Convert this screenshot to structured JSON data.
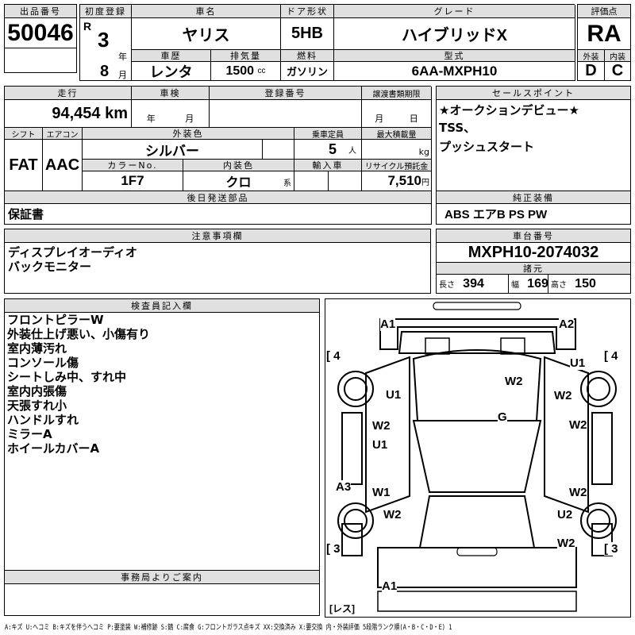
{
  "lot": {
    "label": "出品番号",
    "value": "50046"
  },
  "first_reg": {
    "label": "初度登録",
    "era": "R",
    "year": "3",
    "year_unit": "年",
    "month": "8",
    "month_unit": "月"
  },
  "car_name": {
    "label": "車名",
    "value": "ヤリス"
  },
  "door": {
    "label": "ドア形状",
    "value": "5HB"
  },
  "grade": {
    "label": "グレード",
    "value": "ハイブリッドX"
  },
  "history": {
    "label": "車歴",
    "value": "レンタ"
  },
  "displacement": {
    "label": "排気量",
    "value": "1500",
    "unit": "cc"
  },
  "fuel": {
    "label": "燃料",
    "value": "ガソリン"
  },
  "model": {
    "label": "型式",
    "value": "6AA-MXPH10"
  },
  "score": {
    "label": "評価点",
    "value": "RA",
    "ext_label": "外装",
    "int_label": "内装",
    "ext": "D",
    "int": "C"
  },
  "mileage": {
    "label": "走行",
    "value": "94,454",
    "unit": "km"
  },
  "inspection": {
    "label": "車検",
    "year_unit": "年",
    "month_unit": "月"
  },
  "reg_no": {
    "label": "登録番号"
  },
  "transfer": {
    "label": "譲渡書類期限",
    "month_unit": "月",
    "day_unit": "日"
  },
  "shift": {
    "label": "シフト",
    "value": "FAT"
  },
  "ac": {
    "label": "エアコン",
    "value": "AAC"
  },
  "ext_color": {
    "label": "外装色",
    "value": "シルバー"
  },
  "capacity": {
    "label": "乗車定員",
    "value": "5",
    "unit": "人"
  },
  "max_load": {
    "label": "最大積載量",
    "unit": "kg"
  },
  "color_no": {
    "label": "カラーNo.",
    "value": "1F7"
  },
  "int_color": {
    "label": "内装色",
    "value": "クロ",
    "suffix": "系"
  },
  "import": {
    "label": "輸入車"
  },
  "recycle": {
    "label": "リサイクル預託金",
    "value": "7,510",
    "unit": "円"
  },
  "later_parts": {
    "label": "後日発送部品",
    "value": "保証書"
  },
  "sales_points": {
    "label": "セールスポイント",
    "lines": [
      "★オークションデビュー★",
      "TSS、",
      "プッシュスタート"
    ]
  },
  "equipment": {
    "label": "純正装備",
    "value": "ABS エアB PS PW"
  },
  "notes": {
    "label": "注意事項欄",
    "lines": [
      "ディスプレイオーディオ",
      "バックモニター"
    ]
  },
  "chassis": {
    "label": "車台番号",
    "value": "MXPH10-2074032"
  },
  "specs": {
    "label": "諸元",
    "length_label": "長さ",
    "length": "394",
    "width_label": "幅",
    "width": "169",
    "height_label": "高さ",
    "height": "150"
  },
  "inspector": {
    "label": "検査員記入欄",
    "lines": [
      "フロントピラーW",
      "外装仕上げ悪い、小傷有り",
      "室内薄汚れ",
      "コンソール傷",
      "シートしみ中、すれ中",
      "室内内張傷",
      "天張すれ小",
      "ハンドルすれ",
      "ミラーA",
      "ホイールカバーA"
    ]
  },
  "office": {
    "label": "事務局よりご案内"
  },
  "diagram": {
    "marks": [
      "A1",
      "A2",
      "[ 4",
      "[ 4",
      "U1",
      "W2",
      "U1",
      "W2",
      "G",
      "W2",
      "W2",
      "U1",
      "A3",
      "W1",
      "W2",
      "W2",
      "U2",
      "[ 3",
      "W2",
      "[ 3",
      "A1",
      "[レス]"
    ]
  },
  "legend": "A:キズ U:ヘコミ B:キズを伴うヘコミ P:要塗装 W:補修跡 S:錆 C:腐食 G:フロントガラス点キズ XX:交換済み X:要交換 内・外装評価 5段階ランク順(A・B・C・D・E) 1"
}
